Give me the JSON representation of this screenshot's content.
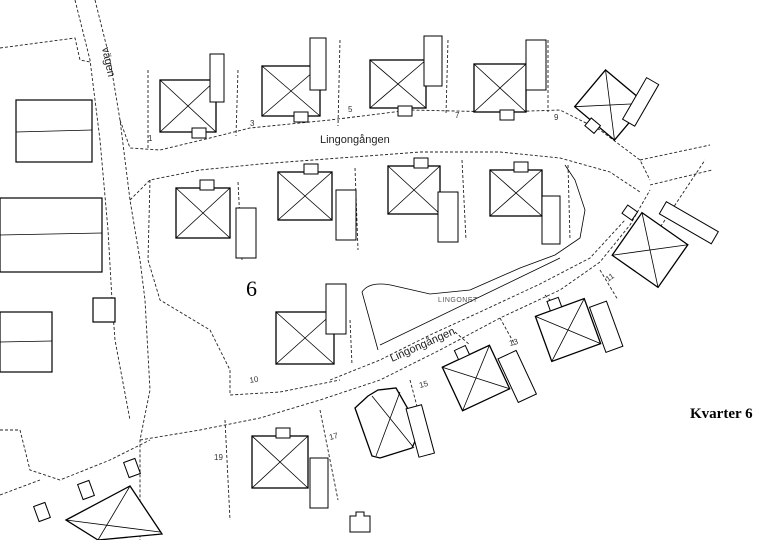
{
  "map": {
    "title": "Kvarter 6",
    "block_number": "6",
    "streets": {
      "lingongangen_north": "Lingongången",
      "lingongangen_south": "Lingongången",
      "vagen": "vägen"
    },
    "area_label": "LINGONET",
    "plot_numbers": {
      "p1": "1",
      "p3": "3",
      "p5": "5",
      "p7": "7",
      "p9": "9",
      "p10": "10",
      "p11": "11",
      "p13": "13",
      "p15": "15",
      "p17": "17",
      "p19": "19"
    }
  }
}
